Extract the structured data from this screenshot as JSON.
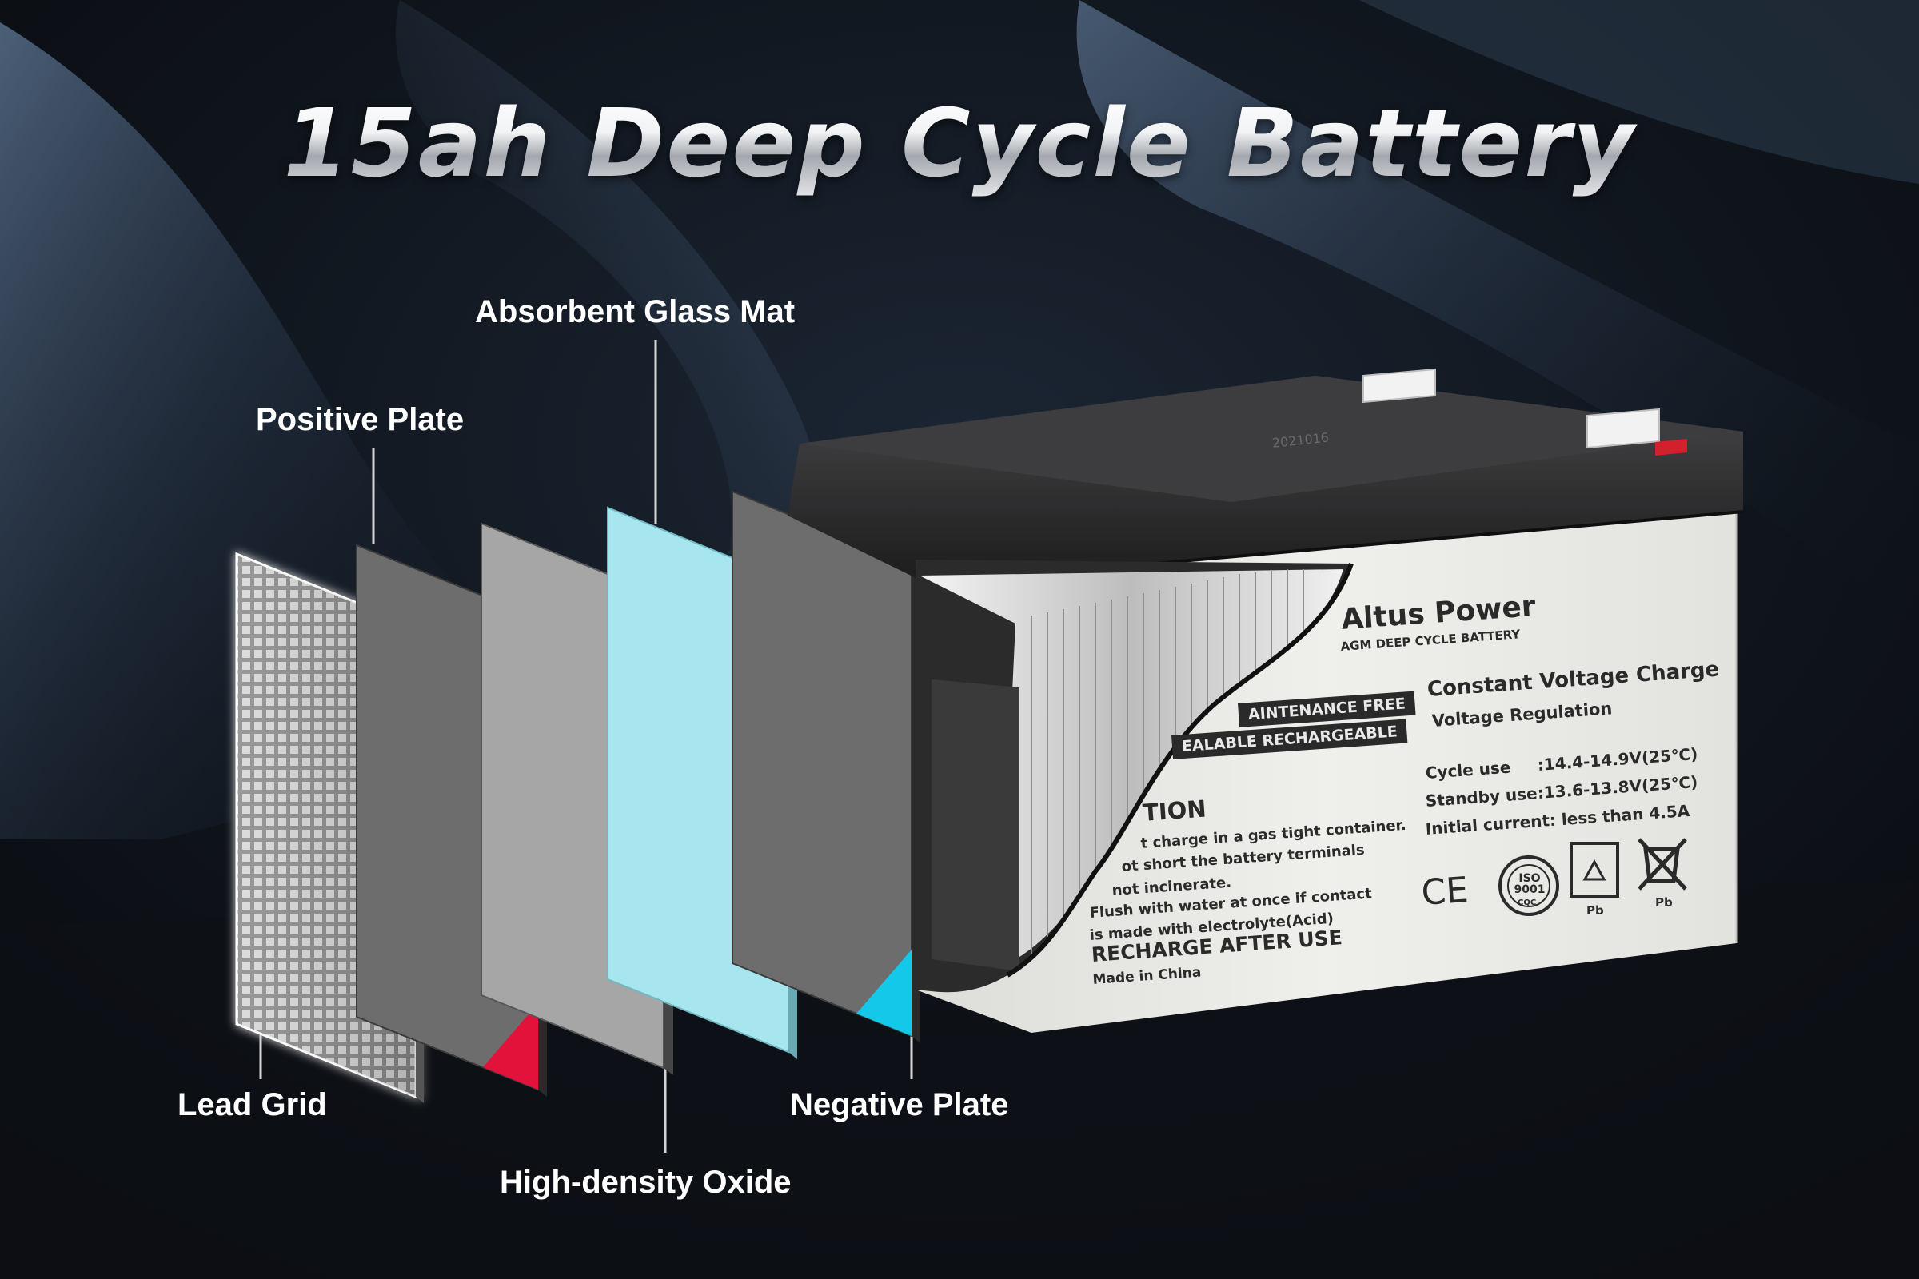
{
  "title": "15ah Deep Cycle Battery",
  "labels": {
    "lead_grid": "Lead Grid",
    "positive_plate": "Positive Plate",
    "high_density_oxide": "High-density Oxide",
    "absorbent_glass_mat": "Absorbent Glass Mat",
    "negative_plate": "Negative Plate"
  },
  "battery": {
    "brand": "Altus Power",
    "subtitle": "AGM DEEP CYCLE BATTERY",
    "lid_code": "2021016",
    "banner_line1": "AINTENANCE FREE",
    "banner_line2": "EALABLE  RECHARGEABLE",
    "charge_heading": "Constant Voltage Charge",
    "charge_subheading": "Voltage Regulation",
    "cycle_label": "Cycle use",
    "cycle_value": ":14.4-14.9V(25℃)",
    "standby_label": "Standby use",
    "standby_value": ":13.6-13.8V(25℃)",
    "initial_current": "Initial current: less than 4.5A",
    "caution_heading": "TION",
    "caution_1": "t charge in a gas tight container.",
    "caution_2": "ot short the battery terminals",
    "caution_3": "not incinerate.",
    "caution_4": "Flush with water at once if contact",
    "caution_5": "is made with electrolyte(Acid)",
    "recharge": "RECHARGE AFTER USE",
    "made_in": "Made in China",
    "ce_mark": "CE",
    "iso_mark": "ISO 9001",
    "iso_sub": "CQC",
    "pb_label_1": "Pb",
    "pb_label_2": "Pb"
  },
  "colors": {
    "background": "#0b0f15",
    "glass_mat": "#a7e6ee",
    "positive_accent": "#e2123a",
    "negative_accent": "#14c8ea",
    "plate_gray": "#6d6d6d",
    "oxide_gray": "#a6a6a6",
    "battery_case": "#ebebe7",
    "battery_lid": "#1f1f20"
  }
}
